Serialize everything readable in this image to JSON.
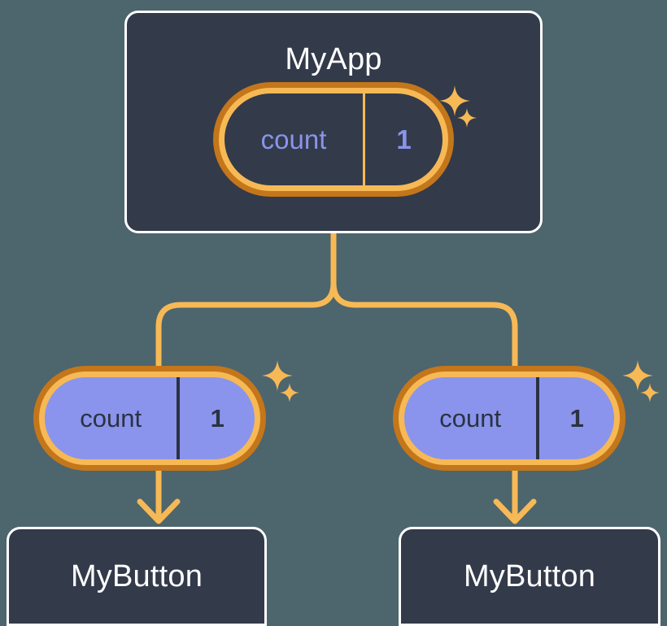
{
  "diagram": {
    "type": "component-tree",
    "title_visible": false,
    "background_color": "#4d656d",
    "accent_color": "#f7b955",
    "accent_shadow_color": "#c4761a",
    "state_fill_color": "#8a94ec",
    "box_fill_color": "#333a4a",
    "box_border_color": "#ffffff"
  },
  "root": {
    "name": "myapp-component",
    "label": "MyApp",
    "state": {
      "key": "count",
      "value": "1",
      "style": "outlined",
      "sparkle_big": "sparkle-icon",
      "sparkle_small": "sparkle-icon"
    }
  },
  "children": [
    {
      "name": "mybutton-left",
      "label": "MyButton",
      "state": {
        "key": "count",
        "value": "1",
        "style": "filled",
        "sparkle_big": "sparkle-icon",
        "sparkle_small": "sparkle-icon"
      }
    },
    {
      "name": "mybutton-right",
      "label": "MyButton",
      "state": {
        "key": "count",
        "value": "1",
        "style": "filled",
        "sparkle_big": "sparkle-icon",
        "sparkle_small": "sparkle-icon"
      }
    }
  ],
  "connectors": {
    "trunk": "vertical-line-down",
    "branch": "horizontal-split",
    "arrow_left": "arrow-down-icon",
    "arrow_right": "arrow-down-icon"
  }
}
